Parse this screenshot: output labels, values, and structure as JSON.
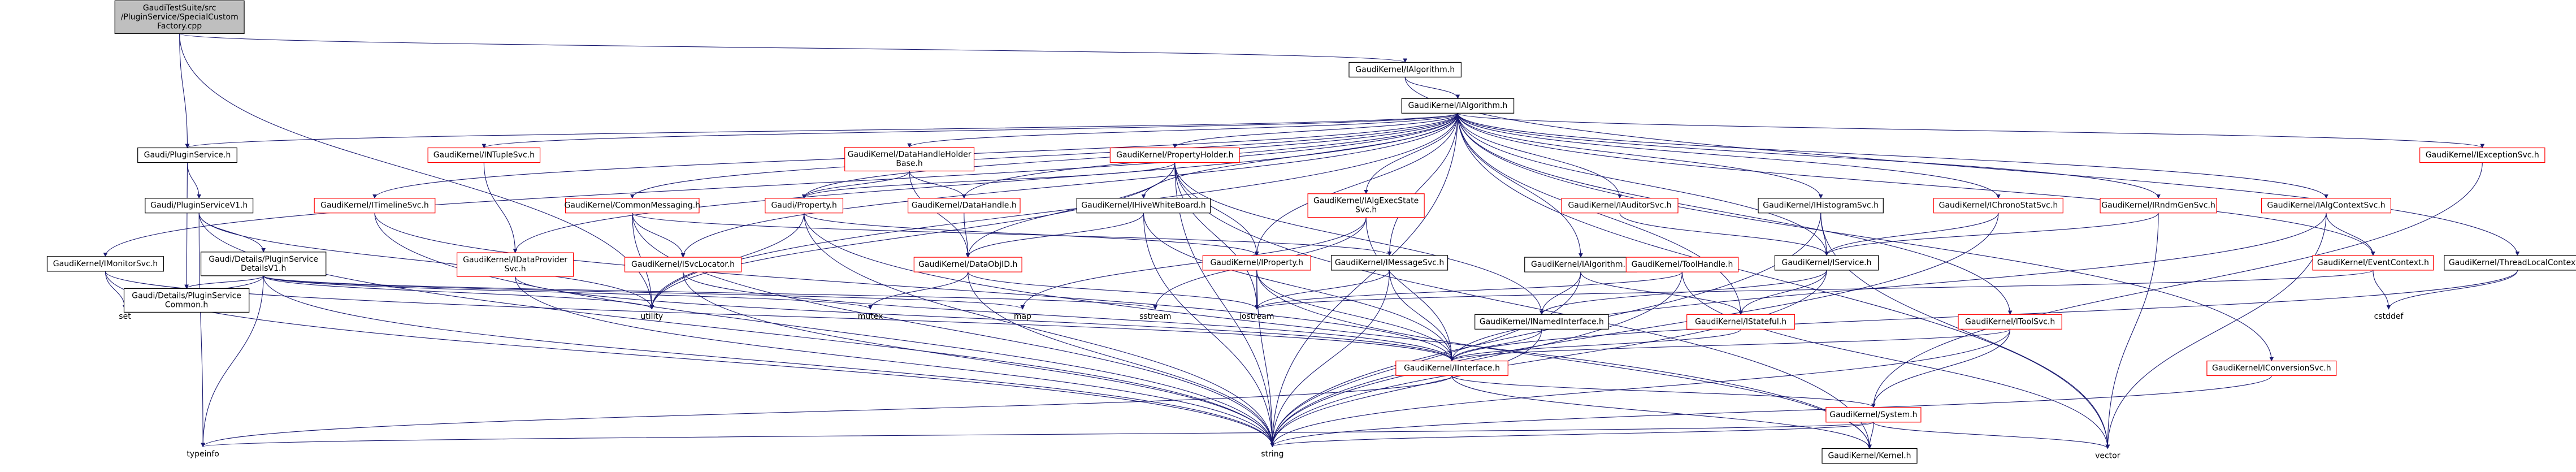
{
  "colors": {
    "edge": "#191970",
    "normal_border": "#000000",
    "missing_border": "#ff0000",
    "root_fill": "#bfbfbf",
    "node_fill": "#ffffff"
  },
  "nodes": {
    "root": {
      "lines": [
        "GaudiTestSuite/src",
        "/PluginService/SpecialCustom",
        "Factory.cpp"
      ],
      "style": "root"
    },
    "ialg_h_top": {
      "lines": [
        "GaudiKernel/IAlgorithm.h"
      ],
      "style": "normal"
    },
    "ialg": {
      "lines": [
        "GaudiKernel/IAlgorithm.h"
      ],
      "style": "normal"
    },
    "plugin": {
      "lines": [
        "Gaudi/PluginService.h"
      ],
      "style": "normal"
    },
    "pluginv1": {
      "lines": [
        "Gaudi/PluginServiceV1.h"
      ],
      "style": "normal"
    },
    "details": {
      "lines": [
        "Gaudi/Details/PluginService",
        "DetailsV1.h"
      ],
      "style": "normal"
    },
    "common": {
      "lines": [
        "Gaudi/Details/PluginService",
        "Common.h"
      ],
      "style": "normal"
    },
    "imonitor": {
      "lines": [
        "GaudiKernel/IMonitorSvc.h"
      ],
      "style": "normal"
    },
    "itimeline": {
      "lines": [
        "GaudiKernel/ITimelineSvc.h"
      ],
      "style": "missing"
    },
    "intuple": {
      "lines": [
        "GaudiKernel/INTupleSvc.h"
      ],
      "style": "missing"
    },
    "idataprov": {
      "lines": [
        "GaudiKernel/IDataProvider",
        "Svc.h"
      ],
      "style": "missing"
    },
    "commonmsg": {
      "lines": [
        "GaudiKernel/CommonMessaging.h"
      ],
      "style": "missing"
    },
    "isvcloc": {
      "lines": [
        "GaudiKernel/ISvcLocator.h"
      ],
      "style": "missing"
    },
    "dhholder": {
      "lines": [
        "GaudiKernel/DataHandleHolder",
        "Base.h"
      ],
      "style": "missing"
    },
    "property": {
      "lines": [
        "Gaudi/Property.h"
      ],
      "style": "missing"
    },
    "datahandle": {
      "lines": [
        "GaudiKernel/DataHandle.h"
      ],
      "style": "missing"
    },
    "propholder": {
      "lines": [
        "GaudiKernel/PropertyHolder.h"
      ],
      "style": "missing"
    },
    "ihive": {
      "lines": [
        "GaudiKernel/IHiveWhiteBoard.h"
      ],
      "style": "normal"
    },
    "dataobjid": {
      "lines": [
        "GaudiKernel/DataObjID.h"
      ],
      "style": "missing"
    },
    "iproperty": {
      "lines": [
        "GaudiKernel/IProperty.h"
      ],
      "style": "missing"
    },
    "ialgexec": {
      "lines": [
        "GaudiKernel/IAlgExecState",
        "Svc.h"
      ],
      "style": "missing"
    },
    "imsgsvc": {
      "lines": [
        "GaudiKernel/IMessageSvc.h"
      ],
      "style": "normal"
    },
    "iauditor": {
      "lines": [
        "GaudiKernel/IAuditorSvc.h"
      ],
      "style": "missing"
    },
    "ialgorithm": {
      "lines": [
        "GaudiKernel/IAlgorithm.h"
      ],
      "style": "normal"
    },
    "toolhandle": {
      "lines": [
        "GaudiKernel/ToolHandle.h"
      ],
      "style": "missing"
    },
    "ihisto": {
      "lines": [
        "GaudiKernel/IHistogramSvc.h"
      ],
      "style": "normal"
    },
    "iservice": {
      "lines": [
        "GaudiKernel/IService.h"
      ],
      "style": "normal"
    },
    "ichrono": {
      "lines": [
        "GaudiKernel/IChronoStatSvc.h"
      ],
      "style": "missing"
    },
    "irndm": {
      "lines": [
        "GaudiKernel/IRndmGenSvc.h"
      ],
      "style": "missing"
    },
    "ialgctx": {
      "lines": [
        "GaudiKernel/IAlgContextSvc.h"
      ],
      "style": "missing"
    },
    "iexc": {
      "lines": [
        "GaudiKernel/IExceptionSvc.h"
      ],
      "style": "missing"
    },
    "ievtctx": {
      "lines": [
        "GaudiKernel/EventContext.h"
      ],
      "style": "missing"
    },
    "threadlocal": {
      "lines": [
        "GaudiKernel/ThreadLocalContext.h"
      ],
      "style": "normal"
    },
    "inamed": {
      "lines": [
        "GaudiKernel/INamedInterface.h"
      ],
      "style": "normal"
    },
    "istateful": {
      "lines": [
        "GaudiKernel/IStateful.h"
      ],
      "style": "missing"
    },
    "itoolsvc": {
      "lines": [
        "GaudiKernel/IToolSvc.h"
      ],
      "style": "missing"
    },
    "iinterface": {
      "lines": [
        "GaudiKernel/IInterface.h"
      ],
      "style": "missing"
    },
    "iconv": {
      "lines": [
        "GaudiKernel/IConversionSvc.h"
      ],
      "style": "missing"
    },
    "system": {
      "lines": [
        "GaudiKernel/System.h"
      ],
      "style": "missing"
    },
    "kernel": {
      "lines": [
        "GaudiKernel/Kernel.h"
      ],
      "style": "normal"
    },
    "set": {
      "lines": [
        "set"
      ],
      "style": "plain"
    },
    "utility": {
      "lines": [
        "utility"
      ],
      "style": "plain"
    },
    "mutex": {
      "lines": [
        "mutex"
      ],
      "style": "plain"
    },
    "map": {
      "lines": [
        "map"
      ],
      "style": "plain"
    },
    "sstream": {
      "lines": [
        "sstream"
      ],
      "style": "plain"
    },
    "iostream": {
      "lines": [
        "iostream"
      ],
      "style": "plain"
    },
    "cstddef": {
      "lines": [
        "cstddef"
      ],
      "style": "plain"
    },
    "typeinfo": {
      "lines": [
        "typeinfo"
      ],
      "style": "plain"
    },
    "string": {
      "lines": [
        "string"
      ],
      "style": "plain"
    },
    "vector": {
      "lines": [
        "vector"
      ],
      "style": "plain"
    }
  },
  "edges": [
    [
      "root",
      "ialg_h_top"
    ],
    [
      "root",
      "plugin"
    ],
    [
      "root",
      "utility"
    ],
    [
      "ialg_h_top",
      "ialg"
    ],
    [
      "ialg_h_top",
      "threadlocal"
    ],
    [
      "plugin",
      "pluginv1"
    ],
    [
      "plugin",
      "common"
    ],
    [
      "pluginv1",
      "details"
    ],
    [
      "pluginv1",
      "typeinfo"
    ],
    [
      "pluginv1",
      "string"
    ],
    [
      "pluginv1",
      "utility"
    ],
    [
      "details",
      "common"
    ],
    [
      "details",
      "set"
    ],
    [
      "details",
      "map"
    ],
    [
      "details",
      "mutex"
    ],
    [
      "details",
      "sstream"
    ],
    [
      "details",
      "string"
    ],
    [
      "details",
      "typeinfo"
    ],
    [
      "details",
      "utility"
    ],
    [
      "ialg",
      "plugin"
    ],
    [
      "ialg",
      "imonitor"
    ],
    [
      "ialg",
      "itimeline"
    ],
    [
      "ialg",
      "intuple"
    ],
    [
      "ialg",
      "idataprov"
    ],
    [
      "ialg",
      "commonmsg"
    ],
    [
      "ialg",
      "isvcloc"
    ],
    [
      "ialg",
      "dhholder"
    ],
    [
      "ialg",
      "property"
    ],
    [
      "ialg",
      "datahandle"
    ],
    [
      "ialg",
      "propholder"
    ],
    [
      "ialg",
      "ihive"
    ],
    [
      "ialg",
      "ialgexec"
    ],
    [
      "ialg",
      "imsgsvc"
    ],
    [
      "ialg",
      "iauditor"
    ],
    [
      "ialg",
      "ialgorithm"
    ],
    [
      "ialg",
      "ihisto"
    ],
    [
      "ialg",
      "iservice"
    ],
    [
      "ialg",
      "ichrono"
    ],
    [
      "ialg",
      "irndm"
    ],
    [
      "ialg",
      "ialgctx"
    ],
    [
      "ialg",
      "iexc"
    ],
    [
      "ialg",
      "ievtctx"
    ],
    [
      "ialg",
      "iconv"
    ],
    [
      "ialg",
      "iproperty"
    ],
    [
      "ialg",
      "istateful"
    ],
    [
      "ialg",
      "itoolsvc"
    ],
    [
      "ialg",
      "string"
    ],
    [
      "ialg",
      "vector"
    ],
    [
      "ialg",
      "utility"
    ],
    [
      "imonitor",
      "set"
    ],
    [
      "imonitor",
      "string"
    ],
    [
      "imonitor",
      "iinterface"
    ],
    [
      "itimeline",
      "string"
    ],
    [
      "itimeline",
      "iinterface"
    ],
    [
      "intuple",
      "idataprov"
    ],
    [
      "idataprov",
      "iinterface"
    ],
    [
      "idataprov",
      "string"
    ],
    [
      "commonmsg",
      "isvcloc"
    ],
    [
      "commonmsg",
      "imsgsvc"
    ],
    [
      "commonmsg",
      "string"
    ],
    [
      "commonmsg",
      "utility"
    ],
    [
      "isvcloc",
      "iinterface"
    ],
    [
      "isvcloc",
      "string"
    ],
    [
      "dhholder",
      "datahandle"
    ],
    [
      "dhholder",
      "property"
    ],
    [
      "dhholder",
      "dataobjid"
    ],
    [
      "datahandle",
      "dataobjid"
    ],
    [
      "property",
      "iproperty"
    ],
    [
      "property",
      "utility"
    ],
    [
      "property",
      "string"
    ],
    [
      "property",
      "kernel"
    ],
    [
      "propholder",
      "property"
    ],
    [
      "propholder",
      "iproperty"
    ],
    [
      "propholder",
      "inamed"
    ],
    [
      "propholder",
      "dataobjid"
    ],
    [
      "propholder",
      "iostream"
    ],
    [
      "propholder",
      "utility"
    ],
    [
      "propholder",
      "string"
    ],
    [
      "propholder",
      "kernel"
    ],
    [
      "ihive",
      "dataobjid"
    ],
    [
      "ihive",
      "iinterface"
    ],
    [
      "ihive",
      "string"
    ],
    [
      "dataobjid",
      "mutex"
    ],
    [
      "dataobjid",
      "iostream"
    ],
    [
      "dataobjid",
      "string"
    ],
    [
      "iproperty",
      "iinterface"
    ],
    [
      "iproperty",
      "iostream"
    ],
    [
      "iproperty",
      "string"
    ],
    [
      "iproperty",
      "kernel"
    ],
    [
      "ialgexec",
      "iinterface"
    ],
    [
      "ialgexec",
      "map"
    ],
    [
      "ialgexec",
      "sstream"
    ],
    [
      "imsgsvc",
      "iinterface"
    ],
    [
      "imsgsvc",
      "iostream"
    ],
    [
      "imsgsvc",
      "string"
    ],
    [
      "iauditor",
      "iservice"
    ],
    [
      "ialgorithm",
      "inamed"
    ],
    [
      "ialgorithm",
      "istateful"
    ],
    [
      "ialgorithm",
      "string"
    ],
    [
      "toolhandle",
      "iostream"
    ],
    [
      "toolhandle",
      "string"
    ],
    [
      "toolhandle",
      "vector"
    ],
    [
      "ihisto",
      "iservice"
    ],
    [
      "ihisto",
      "string"
    ],
    [
      "ihisto",
      "vector"
    ],
    [
      "iservice",
      "inamed"
    ],
    [
      "iservice",
      "istateful"
    ],
    [
      "iservice",
      "string"
    ],
    [
      "ichrono",
      "iservice"
    ],
    [
      "ichrono",
      "string"
    ],
    [
      "irndm",
      "iservice"
    ],
    [
      "irndm",
      "vector"
    ],
    [
      "ialgctx",
      "ievtctx"
    ],
    [
      "ialgctx",
      "iinterface"
    ],
    [
      "ialgctx",
      "vector"
    ],
    [
      "iexc",
      "system"
    ],
    [
      "ievtctx",
      "cstddef"
    ],
    [
      "ievtctx",
      "iostream"
    ],
    [
      "threadlocal",
      "iinterface"
    ],
    [
      "threadlocal",
      "cstddef"
    ],
    [
      "inamed",
      "iinterface"
    ],
    [
      "inamed",
      "string"
    ],
    [
      "istateful",
      "iinterface"
    ],
    [
      "itoolsvc",
      "iinterface"
    ],
    [
      "itoolsvc",
      "string"
    ],
    [
      "itoolsvc",
      "system"
    ],
    [
      "iinterface",
      "system"
    ],
    [
      "iinterface",
      "kernel"
    ],
    [
      "iinterface",
      "typeinfo"
    ],
    [
      "iconv",
      "string"
    ],
    [
      "system",
      "kernel"
    ],
    [
      "system",
      "string"
    ],
    [
      "system",
      "vector"
    ],
    [
      "system",
      "typeinfo"
    ]
  ]
}
